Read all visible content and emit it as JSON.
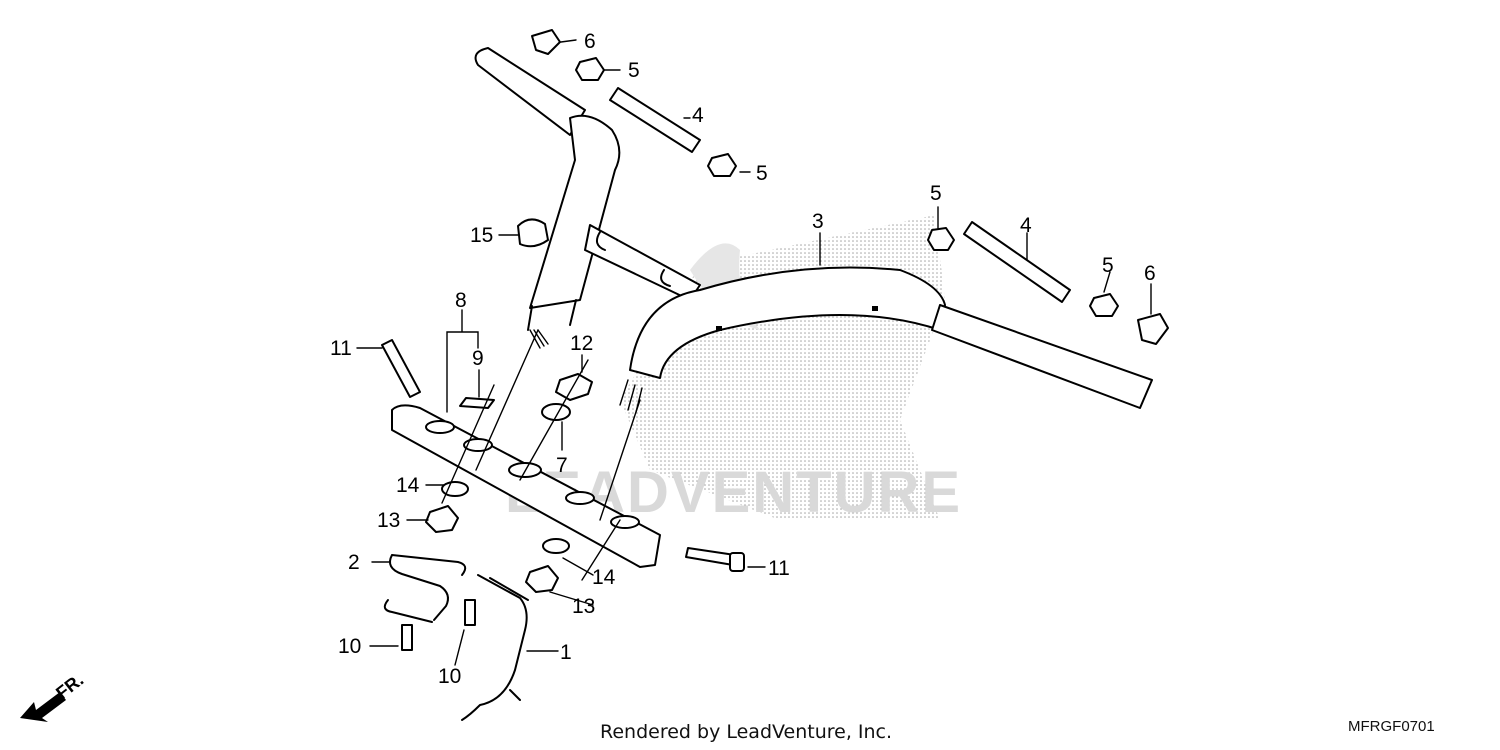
{
  "diagram": {
    "parts": [
      {
        "id": "p1",
        "number": "1"
      },
      {
        "id": "p2",
        "number": "2"
      },
      {
        "id": "p3",
        "number": "3"
      },
      {
        "id": "p4a",
        "number": "4"
      },
      {
        "id": "p4b",
        "number": "4"
      },
      {
        "id": "p5a",
        "number": "5"
      },
      {
        "id": "p5b",
        "number": "5"
      },
      {
        "id": "p5c",
        "number": "5"
      },
      {
        "id": "p5d",
        "number": "5"
      },
      {
        "id": "p6a",
        "number": "6"
      },
      {
        "id": "p6b",
        "number": "6"
      },
      {
        "id": "p7",
        "number": "7"
      },
      {
        "id": "p8",
        "number": "8"
      },
      {
        "id": "p9",
        "number": "9"
      },
      {
        "id": "p10a",
        "number": "10"
      },
      {
        "id": "p10b",
        "number": "10"
      },
      {
        "id": "p11a",
        "number": "11"
      },
      {
        "id": "p11b",
        "number": "11"
      },
      {
        "id": "p12",
        "number": "12"
      },
      {
        "id": "p13a",
        "number": "13"
      },
      {
        "id": "p13b",
        "number": "13"
      },
      {
        "id": "p14a",
        "number": "14"
      },
      {
        "id": "p14b",
        "number": "14"
      },
      {
        "id": "p15",
        "number": "15"
      }
    ],
    "front_indicator": "FR.",
    "watermark_text": "LEADVENTURE",
    "footer_text": "Rendered by LeadVenture, Inc.",
    "diagram_code": "MFRGF0701"
  }
}
